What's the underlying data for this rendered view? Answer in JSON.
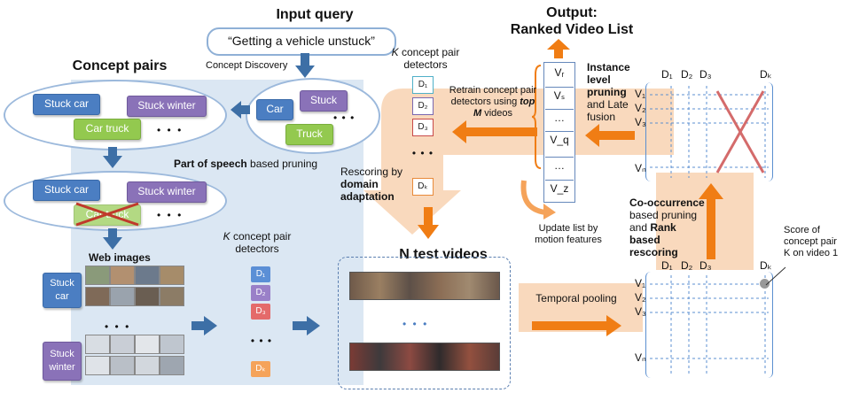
{
  "input_query": {
    "title": "Input query",
    "text": "“Getting a vehicle unstuck”",
    "concept_discovery": "Concept Discovery"
  },
  "concept_pairs": {
    "title": "Concept pairs",
    "discovered": [
      "Car",
      "Stuck",
      "Truck"
    ],
    "pairs": [
      "Stuck car",
      "Stuck winter",
      "Car truck"
    ],
    "pruned": [
      "Stuck car",
      "Stuck winter",
      "Car truck"
    ],
    "ellipsis": "• • •"
  },
  "pos_pruning": {
    "bold": "Part of speech",
    "rest": " based pruning"
  },
  "web_images": {
    "title": "Web images",
    "labels": [
      "Stuck car",
      "Stuck winter"
    ],
    "dots": "•  •  •"
  },
  "detectors_mid": {
    "prefix": "K",
    "text": " concept pair detectors",
    "labels": [
      "D₁",
      "D₂",
      "D₃",
      "Dₖ"
    ],
    "colors": [
      "#5b8fd6",
      "#9a80c8",
      "#e46a6a",
      "#f5a35a"
    ],
    "dots": "•  •  •"
  },
  "test_videos": {
    "title": "N test videos",
    "dots": "•  •  •"
  },
  "temporal_pooling": "Temporal pooling",
  "score_note": "Score of concept pair K on video 1",
  "cooccurrence": {
    "bold1": "Co-occurrence",
    "mid": " based pruning and ",
    "bold2": "Rank based rescoring"
  },
  "matrix": {
    "cols": [
      "D₁",
      "D₂",
      "D₃",
      "Dₖ"
    ],
    "rows": [
      "V₁",
      "V₂",
      "V₃",
      "Vₙ"
    ]
  },
  "output": {
    "title_line1": "Output:",
    "title_line2": "Ranked  Video List"
  },
  "ranked_list": {
    "items": [
      "Vᵣ",
      "Vₛ",
      "…",
      "V_q",
      "…",
      "V_z"
    ]
  },
  "instance_pruning": {
    "bold": "Instance level pruning",
    "rest": " and Late fusion"
  },
  "update_list": "Update list by motion features",
  "detectors_top": {
    "prefix": "K",
    "text": " concept pair detectors",
    "labels": [
      "D₁",
      "D₂",
      "D₃",
      "Dₖ"
    ],
    "border_colors": [
      "#4fb0c8",
      "#7a68b0",
      "#c84a4a",
      "#e88a3a"
    ],
    "dots": "•  •  •"
  },
  "retrain": {
    "prefix": "Retrain concept pair detectors using ",
    "bold": "top M",
    "suffix": " videos"
  },
  "rescoring": {
    "prefix": "Rescoring by ",
    "bold": "domain adaptation"
  },
  "colors": {
    "flow_orange": "#f9d9bd",
    "arrow_orange": "#f07d14",
    "flow_blue": "#dbe7f3",
    "arrow_blue": "#3d6fa6",
    "grid_blue": "#5b8fd0",
    "cross_red": "#d46b6b"
  }
}
